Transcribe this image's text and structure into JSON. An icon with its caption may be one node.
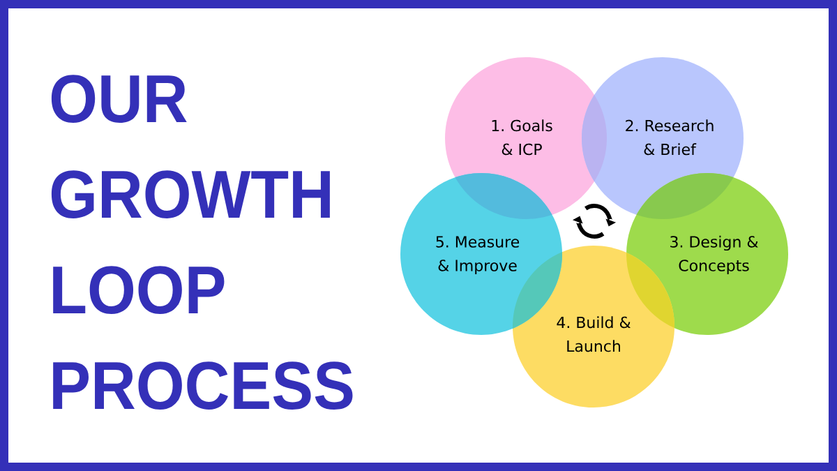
{
  "diagram": {
    "title": "OUR GROWTH LOOP PROCESS",
    "nodes": [
      {
        "text": [
          "1. Goals & ICP"
        ]
      },
      {
        "text": [
          "2. Research & Brief"
        ]
      },
      {
        "text": [
          "3. Design & Concepts"
        ]
      },
      {
        "text": [
          "4. Build & Launch"
        ]
      },
      {
        "text": [
          "5. Measure & Improve"
        ]
      }
    ]
  }
}
